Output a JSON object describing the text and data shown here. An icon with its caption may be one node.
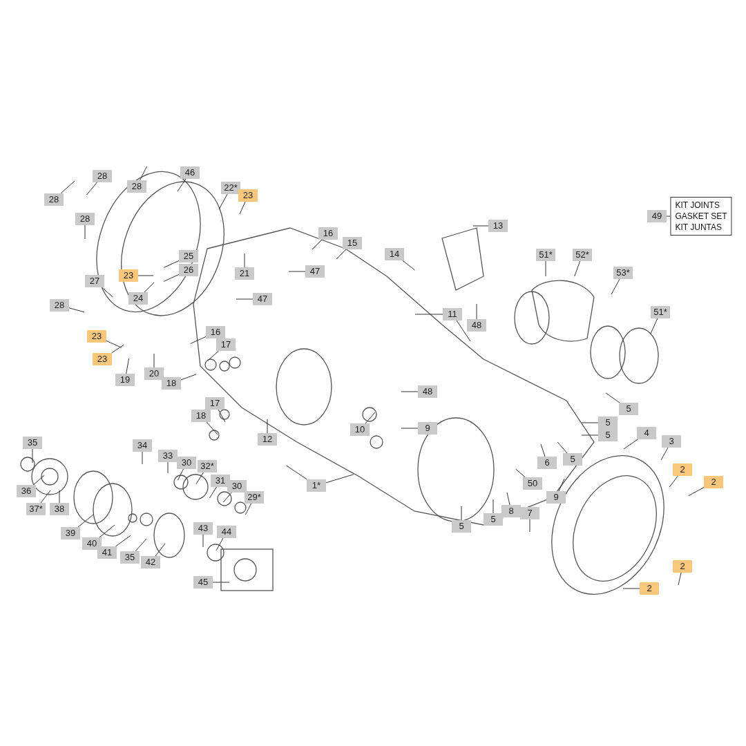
{
  "diagram": {
    "nodes": [
      {
        "text": [
          "28"
        ]
      },
      {
        "text": [
          "28"
        ]
      },
      {
        "text": [
          "28"
        ]
      },
      {
        "text": [
          "46"
        ]
      },
      {
        "text": [
          "22*"
        ]
      },
      {
        "text": [
          "23"
        ]
      },
      {
        "text": [
          "28"
        ]
      },
      {
        "text": [
          "16"
        ]
      },
      {
        "text": [
          "15"
        ]
      },
      {
        "text": [
          "13"
        ]
      },
      {
        "text": [
          "49"
        ]
      },
      {
        "text": [
          "KIT JOINTS",
          "GASKET SET",
          "KIT JUNTAS"
        ]
      },
      {
        "text": [
          "14"
        ]
      },
      {
        "text": [
          "51*"
        ]
      },
      {
        "text": [
          "52*"
        ]
      },
      {
        "text": [
          "53*"
        ]
      },
      {
        "text": [
          "25"
        ]
      },
      {
        "text": [
          "26"
        ]
      },
      {
        "text": [
          "21"
        ]
      },
      {
        "text": [
          "47"
        ]
      },
      {
        "text": [
          "23"
        ]
      },
      {
        "text": [
          "27"
        ]
      },
      {
        "text": [
          "24"
        ]
      },
      {
        "text": [
          "28"
        ]
      },
      {
        "text": [
          "47"
        ]
      },
      {
        "text": [
          "11"
        ]
      },
      {
        "text": [
          "51*"
        ]
      },
      {
        "text": [
          "16"
        ]
      },
      {
        "text": [
          "48"
        ]
      },
      {
        "text": [
          "23"
        ]
      },
      {
        "text": [
          "17"
        ]
      },
      {
        "text": [
          "23"
        ]
      },
      {
        "text": [
          "19"
        ]
      },
      {
        "text": [
          "20"
        ]
      },
      {
        "text": [
          "18"
        ]
      },
      {
        "text": [
          "48"
        ]
      },
      {
        "text": [
          "17"
        ]
      },
      {
        "text": [
          "5"
        ]
      },
      {
        "text": [
          "18"
        ]
      },
      {
        "text": [
          "5"
        ]
      },
      {
        "text": [
          "5"
        ]
      },
      {
        "text": [
          "9"
        ]
      },
      {
        "text": [
          "10"
        ]
      },
      {
        "text": [
          "12"
        ]
      },
      {
        "text": [
          "35"
        ]
      },
      {
        "text": [
          "34"
        ]
      },
      {
        "text": [
          "4"
        ]
      },
      {
        "text": [
          "3"
        ]
      },
      {
        "text": [
          "33"
        ]
      },
      {
        "text": [
          "6"
        ]
      },
      {
        "text": [
          "30"
        ]
      },
      {
        "text": [
          "32*"
        ]
      },
      {
        "text": [
          "5"
        ]
      },
      {
        "text": [
          "2"
        ]
      },
      {
        "text": [
          "2"
        ]
      },
      {
        "text": [
          "36"
        ]
      },
      {
        "text": [
          "31"
        ]
      },
      {
        "text": [
          "30"
        ]
      },
      {
        "text": [
          "50"
        ]
      },
      {
        "text": [
          "29*"
        ]
      },
      {
        "text": [
          "37*"
        ]
      },
      {
        "text": [
          "38"
        ]
      },
      {
        "text": [
          "1*"
        ]
      },
      {
        "text": [
          "9"
        ]
      },
      {
        "text": [
          "8"
        ]
      },
      {
        "text": [
          "7"
        ]
      },
      {
        "text": [
          "39"
        ]
      },
      {
        "text": [
          "5"
        ]
      },
      {
        "text": [
          "5"
        ]
      },
      {
        "text": [
          "43"
        ]
      },
      {
        "text": [
          "44"
        ]
      },
      {
        "text": [
          "40"
        ]
      },
      {
        "text": [
          "41"
        ]
      },
      {
        "text": [
          "35"
        ]
      },
      {
        "text": [
          "42"
        ]
      },
      {
        "text": [
          "2"
        ]
      },
      {
        "text": [
          "2"
        ]
      },
      {
        "text": [
          "45"
        ]
      }
    ],
    "edges": [
      {
        "from": 0,
        "to": null,
        "arrow": "none"
      },
      {
        "from": 1,
        "to": null,
        "arrow": "none"
      },
      {
        "from": 2,
        "to": null,
        "arrow": "none"
      },
      {
        "from": 3,
        "to": null,
        "arrow": "none"
      },
      {
        "from": 4,
        "to": null,
        "arrow": "none"
      },
      {
        "from": 5,
        "to": null,
        "arrow": "none"
      },
      {
        "from": 6,
        "to": null,
        "arrow": "none"
      },
      {
        "from": 7,
        "to": null,
        "arrow": "none"
      },
      {
        "from": 8,
        "to": null,
        "arrow": "none"
      },
      {
        "from": 9,
        "to": null,
        "arrow": "none"
      },
      {
        "from": 10,
        "to": 11,
        "arrow": "none"
      },
      {
        "from": 12,
        "to": null,
        "arrow": "none"
      },
      {
        "from": 13,
        "to": null,
        "arrow": "none"
      },
      {
        "from": 14,
        "to": null,
        "arrow": "none"
      },
      {
        "from": 15,
        "to": null,
        "arrow": "none"
      },
      {
        "from": 16,
        "to": null,
        "arrow": "none"
      },
      {
        "from": 17,
        "to": null,
        "arrow": "none"
      },
      {
        "from": 18,
        "to": null,
        "arrow": "none"
      },
      {
        "from": 19,
        "to": null,
        "arrow": "none"
      },
      {
        "from": 20,
        "to": null,
        "arrow": "none"
      },
      {
        "from": 21,
        "to": null,
        "arrow": "none"
      },
      {
        "from": 22,
        "to": null,
        "arrow": "none"
      },
      {
        "from": 23,
        "to": null,
        "arrow": "none"
      },
      {
        "from": 24,
        "to": null,
        "arrow": "none"
      },
      {
        "from": 25,
        "to": null,
        "arrow": "none"
      },
      {
        "from": 25,
        "to": null,
        "arrow": "none"
      },
      {
        "from": 26,
        "to": null,
        "arrow": "none"
      },
      {
        "from": 27,
        "to": null,
        "arrow": "none"
      },
      {
        "from": 28,
        "to": null,
        "arrow": "none"
      },
      {
        "from": 29,
        "to": null,
        "arrow": "none"
      },
      {
        "from": 30,
        "to": null,
        "arrow": "none"
      },
      {
        "from": 31,
        "to": null,
        "arrow": "none"
      },
      {
        "from": 32,
        "to": null,
        "arrow": "none"
      },
      {
        "from": 33,
        "to": null,
        "arrow": "none"
      },
      {
        "from": 34,
        "to": null,
        "arrow": "none"
      },
      {
        "from": 35,
        "to": null,
        "arrow": "none"
      },
      {
        "from": 36,
        "to": null,
        "arrow": "none"
      },
      {
        "from": 37,
        "to": null,
        "arrow": "none"
      },
      {
        "from": 38,
        "to": null,
        "arrow": "none"
      },
      {
        "from": 39,
        "to": null,
        "arrow": "none"
      },
      {
        "from": 40,
        "to": null,
        "arrow": "none"
      },
      {
        "from": 41,
        "to": null,
        "arrow": "none"
      },
      {
        "from": 42,
        "to": null,
        "arrow": "none"
      },
      {
        "from": 43,
        "to": null,
        "arrow": "none"
      },
      {
        "from": 44,
        "to": null,
        "arrow": "none"
      },
      {
        "from": 45,
        "to": null,
        "arrow": "none"
      },
      {
        "from": 46,
        "to": null,
        "arrow": "none"
      },
      {
        "from": 47,
        "to": null,
        "arrow": "none"
      },
      {
        "from": 48,
        "to": null,
        "arrow": "none"
      },
      {
        "from": 49,
        "to": null,
        "arrow": "none"
      },
      {
        "from": 50,
        "to": null,
        "arrow": "none"
      },
      {
        "from": 51,
        "to": null,
        "arrow": "none"
      },
      {
        "from": 52,
        "to": null,
        "arrow": "none"
      },
      {
        "from": 53,
        "to": null,
        "arrow": "none"
      },
      {
        "from": 54,
        "to": null,
        "arrow": "none"
      },
      {
        "from": 55,
        "to": null,
        "arrow": "none"
      },
      {
        "from": 56,
        "to": null,
        "arrow": "none"
      },
      {
        "from": 57,
        "to": null,
        "arrow": "none"
      },
      {
        "from": 58,
        "to": null,
        "arrow": "none"
      },
      {
        "from": 59,
        "to": null,
        "arrow": "none"
      },
      {
        "from": 60,
        "to": null,
        "arrow": "none"
      },
      {
        "from": 61,
        "to": null,
        "arrow": "none"
      },
      {
        "from": 62,
        "to": null,
        "arrow": "none"
      },
      {
        "from": 62,
        "to": null,
        "arrow": "none"
      },
      {
        "from": 63,
        "to": null,
        "arrow": "none"
      },
      {
        "from": 64,
        "to": null,
        "arrow": "none"
      },
      {
        "from": 65,
        "to": null,
        "arrow": "none"
      },
      {
        "from": 66,
        "to": null,
        "arrow": "none"
      },
      {
        "from": 67,
        "to": null,
        "arrow": "none"
      },
      {
        "from": 68,
        "to": null,
        "arrow": "none"
      },
      {
        "from": 69,
        "to": null,
        "arrow": "none"
      },
      {
        "from": 70,
        "to": null,
        "arrow": "none"
      },
      {
        "from": 71,
        "to": null,
        "arrow": "none"
      },
      {
        "from": 72,
        "to": null,
        "arrow": "none"
      },
      {
        "from": 73,
        "to": null,
        "arrow": "none"
      },
      {
        "from": 74,
        "to": null,
        "arrow": "none"
      },
      {
        "from": 75,
        "to": null,
        "arrow": "none"
      },
      {
        "from": 76,
        "to": null,
        "arrow": "none"
      },
      {
        "from": 77,
        "to": null,
        "arrow": "none"
      }
    ]
  }
}
